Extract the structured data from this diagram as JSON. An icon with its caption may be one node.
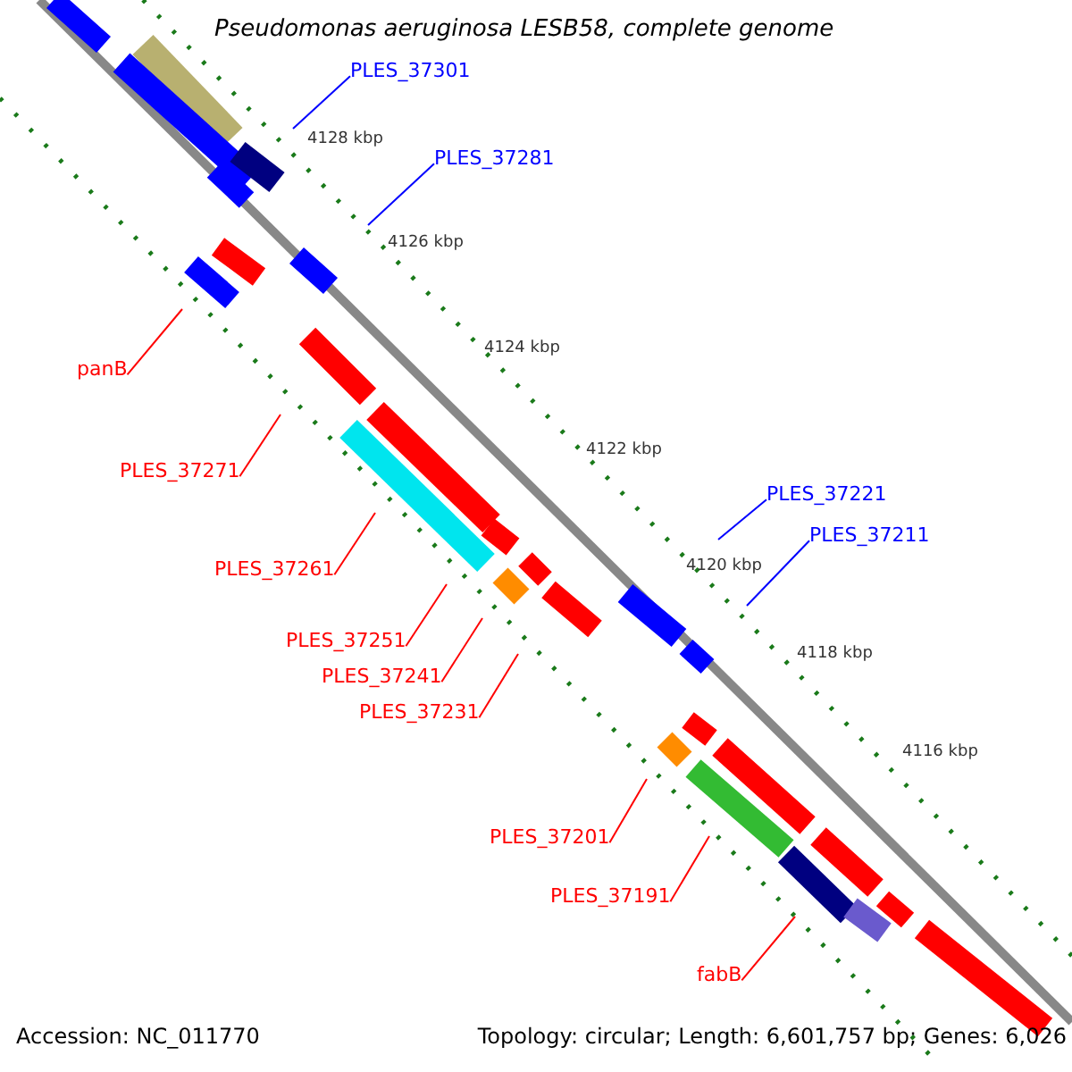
{
  "diagram": {
    "title": "Pseudomonas aeruginosa LESB58, complete genome",
    "nodes": [
      {
        "text": [
          "PLES_37301"
        ]
      },
      {
        "text": [
          "PLES_37281"
        ]
      },
      {
        "text": [
          "panB"
        ]
      },
      {
        "text": [
          "PLES_37271"
        ]
      },
      {
        "text": [
          "PLES_37261"
        ]
      },
      {
        "text": [
          "PLES_37221"
        ]
      },
      {
        "text": [
          "PLES_37211"
        ]
      },
      {
        "text": [
          "PLES_37251"
        ]
      },
      {
        "text": [
          "PLES_37241"
        ]
      },
      {
        "text": [
          "PLES_37231"
        ]
      },
      {
        "text": [
          "PLES_37201"
        ]
      },
      {
        "text": [
          "PLES_37191"
        ]
      },
      {
        "text": [
          "fabB"
        ]
      }
    ],
    "edges": [
      {
        "from": 0,
        "to": null,
        "arrow": "none",
        "color": "#0000ff"
      },
      {
        "from": 1,
        "to": null,
        "arrow": "none",
        "color": "#0000ff"
      },
      {
        "from": 2,
        "to": null,
        "arrow": "none"
      },
      {
        "from": 3,
        "to": null,
        "arrow": "none"
      },
      {
        "from": 4,
        "to": null,
        "arrow": "none"
      },
      {
        "from": 5,
        "to": null,
        "arrow": "none",
        "color": "#0000ff"
      },
      {
        "from": 6,
        "to": null,
        "arrow": "none",
        "color": "#0000ff"
      },
      {
        "from": 7,
        "to": null,
        "arrow": "none"
      },
      {
        "from": 8,
        "to": null,
        "arrow": "none"
      },
      {
        "from": 9,
        "to": null,
        "arrow": "none"
      },
      {
        "from": 10,
        "to": null,
        "arrow": "none"
      },
      {
        "from": 11,
        "to": null,
        "arrow": "none"
      },
      {
        "from": 12,
        "to": null,
        "arrow": "none"
      }
    ],
    "labels": [
      "4128 kbp",
      "4126 kbp",
      "4124 kbp",
      "4122 kbp",
      "4120 kbp",
      "4118 kbp",
      "4116 kbp",
      "Accession: NC_011770",
      "Topology: circular; Length: 6,601,757 bp; Genes: 6,026"
    ]
  }
}
